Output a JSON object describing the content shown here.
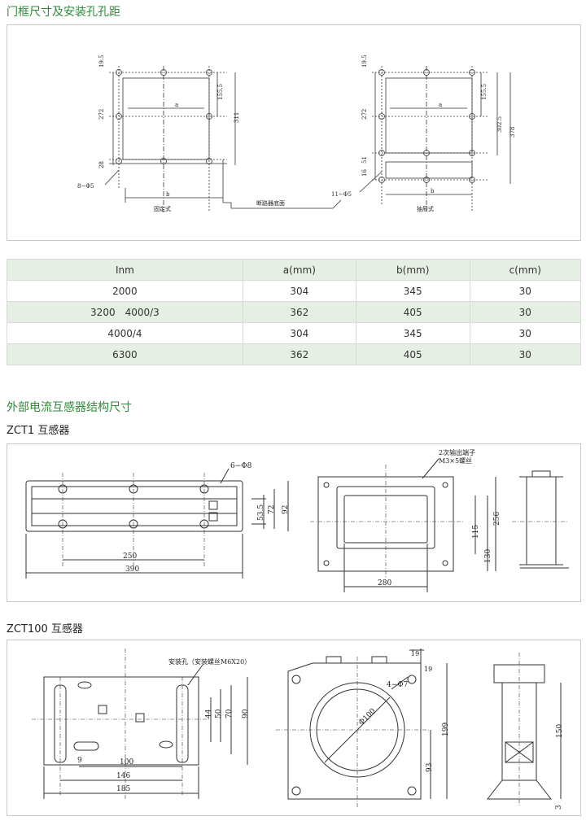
{
  "section1": {
    "title": "门框尺寸及安装孔孔距",
    "fixed": {
      "caption": "固定式",
      "dims": [
        "19.5",
        "272",
        "28",
        "155.5",
        "311"
      ],
      "a": "a",
      "b": "b",
      "holes": "8−Φ5"
    },
    "drawout": {
      "caption": "抽屉式",
      "dims": [
        "19.5",
        "272",
        "51",
        "16",
        "155.5",
        "302.5",
        "378"
      ],
      "a": "a",
      "b": "b",
      "holes": "11−Φ5"
    },
    "bottom_label": "断路器底面"
  },
  "table": {
    "headers": [
      "Inm",
      "a(mm)",
      "b(mm)",
      "c(mm)"
    ],
    "rows": [
      [
        "2000",
        "304",
        "345",
        "30"
      ],
      [
        "3200　4000/3",
        "362",
        "405",
        "30"
      ],
      [
        "4000/4",
        "304",
        "345",
        "30"
      ],
      [
        "6300",
        "362",
        "405",
        "30"
      ]
    ]
  },
  "section2": {
    "title": "外部电流互感器结构尺寸"
  },
  "zct1": {
    "title": "ZCT1  互感器",
    "labels": {
      "holes": "6−Φ8",
      "d250": "250",
      "d390": "390",
      "d53": "53.5",
      "d72": "72",
      "d92": "92",
      "terminal1": "2次输出端子",
      "terminal2": "M3×5螺丝",
      "d280": "280",
      "d115": "115",
      "d130": "130",
      "d256": "256"
    }
  },
  "zct100": {
    "title": "ZCT100  互感器",
    "labels": {
      "mount": "安装孔（安装螺丝M6X20）",
      "d100": "100",
      "d146": "146",
      "d185": "185",
      "d9": "9",
      "d44": "44",
      "d50": "50",
      "d70": "70",
      "d90": "90",
      "d19": "19",
      "d19b": "19",
      "holes": "4−Φ7",
      "dia": "Φ100",
      "d93": "93",
      "d199": "199",
      "d150": "150",
      "d3": "3"
    }
  }
}
